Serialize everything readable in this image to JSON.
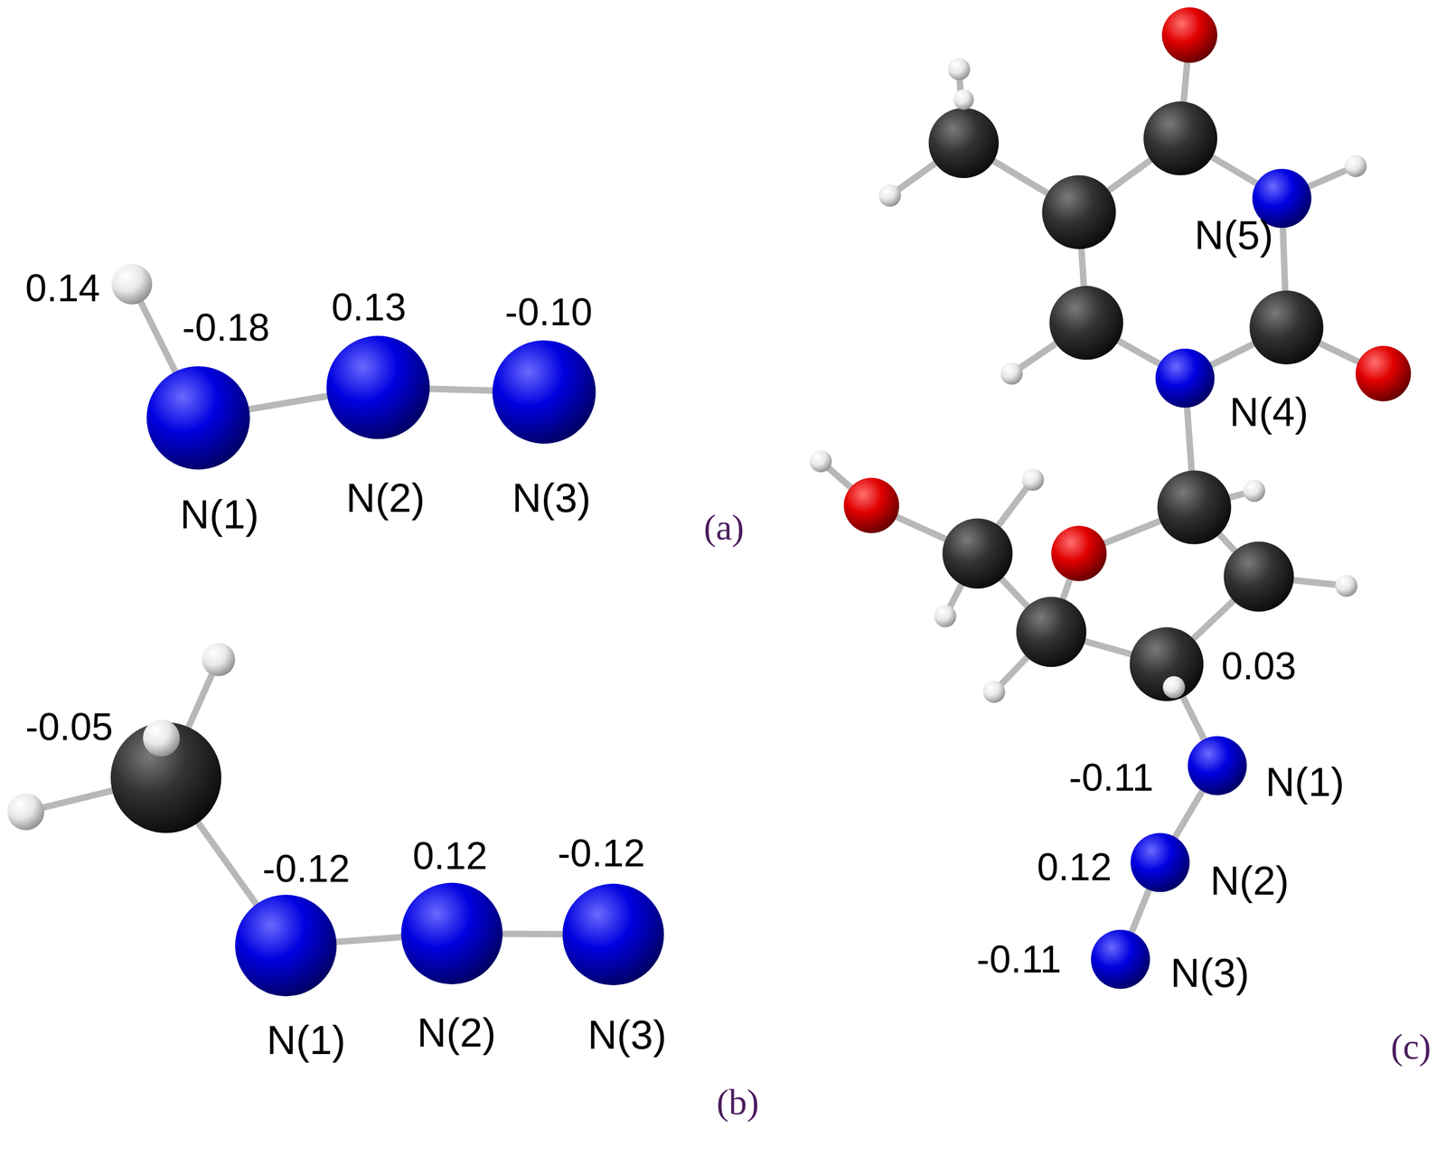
{
  "diagram": {
    "labels": [
      "0.14",
      "-0.18",
      "0.13",
      "-0.10",
      "N(1)",
      "N(2)",
      "N(3)",
      "(a)",
      "-0.05",
      "-0.12",
      "0.12",
      "-0.12",
      "N(1)",
      "N(2)",
      "N(3)",
      "(b)",
      "N(5)",
      "N(4)",
      "0.03",
      "-0.11",
      "N(1)",
      "0.12",
      "N(2)",
      "-0.11",
      "N(3)",
      "(c)"
    ]
  }
}
